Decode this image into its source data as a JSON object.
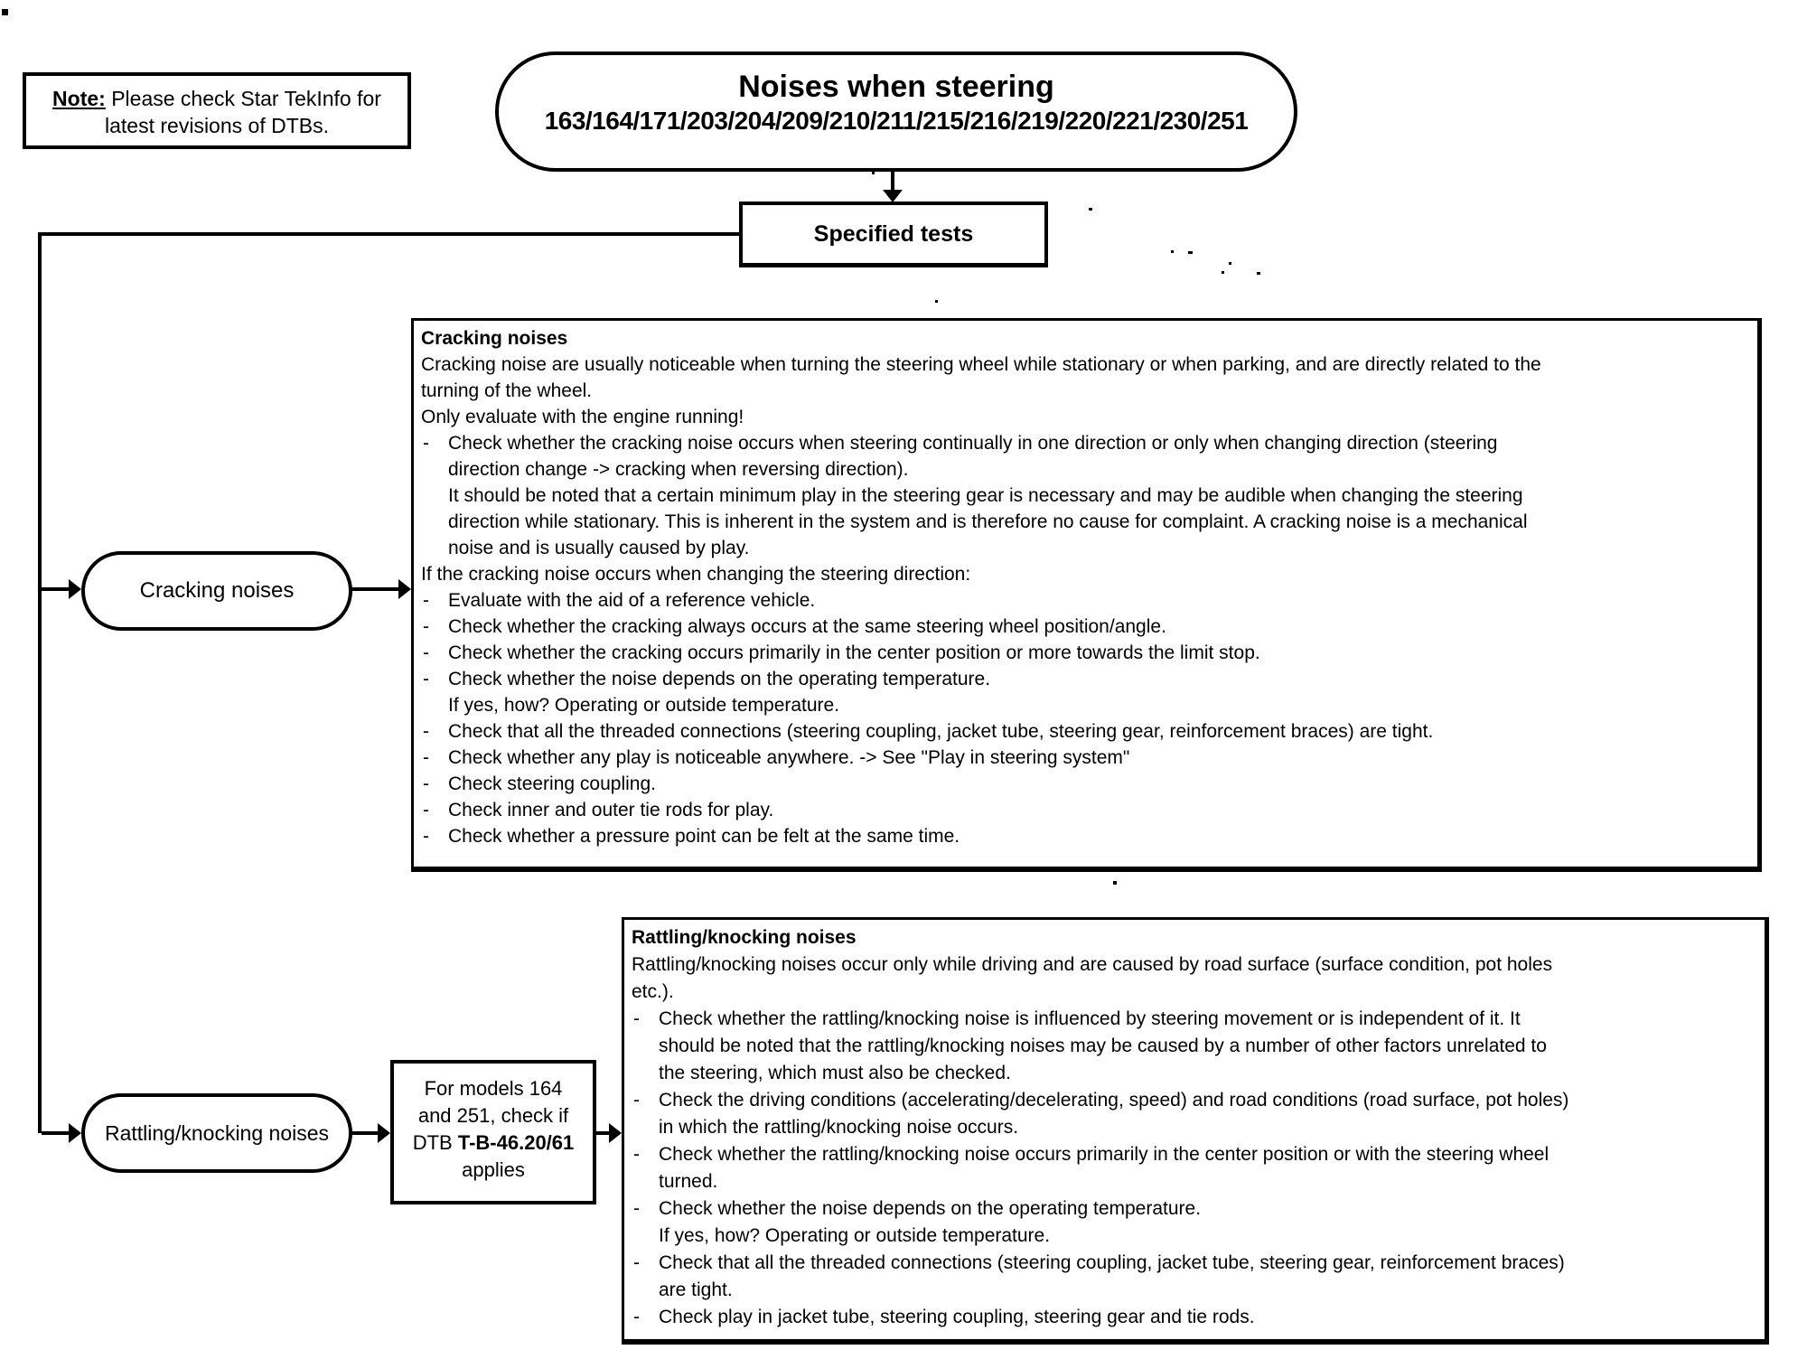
{
  "colors": {
    "ink": "#000000",
    "paper": "#ffffff"
  },
  "note": {
    "label": "Note:",
    "line1_rest": " Please check Star TekInfo for",
    "line2": "latest revisions of DTBs."
  },
  "title": {
    "line1": "Noises when steering",
    "line2": "163/164/171/203/204/209/210/211/215/216/219/220/221/230/251"
  },
  "specified_tests": {
    "label": "Specified tests"
  },
  "cracking": {
    "node_label": "Cracking noises",
    "panel": {
      "lines": [
        {
          "s": "header",
          "t": "Cracking noises"
        },
        {
          "s": "plain",
          "t": "Cracking noise are usually noticeable when turning the steering wheel while stationary or when parking, and are directly related to the"
        },
        {
          "s": "plain",
          "t": "turning of the wheel."
        },
        {
          "s": "plain",
          "t": "Only evaluate with the engine running!"
        },
        {
          "s": "bullet",
          "t": "Check whether the cracking noise occurs when steering continually in one direction or only when changing direction (steering"
        },
        {
          "s": "cont",
          "t": "direction change -> cracking when reversing direction)."
        },
        {
          "s": "cont",
          "t": "It should be noted that a certain minimum play in the steering gear is necessary and may be audible when changing the steering"
        },
        {
          "s": "cont",
          "t": "direction while stationary. This is inherent in the system and is therefore no cause for complaint. A cracking noise is a mechanical"
        },
        {
          "s": "cont",
          "t": "noise and is usually caused by play."
        },
        {
          "s": "plain",
          "t": "If the cracking noise occurs when changing the steering direction:"
        },
        {
          "s": "bullet",
          "t": "Evaluate with the aid of a reference vehicle."
        },
        {
          "s": "bullet",
          "t": "Check whether the cracking always occurs at the same steering wheel position/angle."
        },
        {
          "s": "bullet",
          "t": "Check whether the cracking occurs primarily in the center position or more towards the limit stop."
        },
        {
          "s": "bullet",
          "t": "Check whether the noise depends on the operating temperature."
        },
        {
          "s": "cont",
          "t": "If yes, how? Operating or outside temperature."
        },
        {
          "s": "bullet",
          "t": "Check that all the threaded connections (steering coupling, jacket tube, steering gear, reinforcement braces) are tight."
        },
        {
          "s": "bullet",
          "t": "Check whether any play is noticeable anywhere. -> See \"Play in steering system\""
        },
        {
          "s": "bullet",
          "t": "Check steering coupling."
        },
        {
          "s": "bullet",
          "t": "Check inner and outer tie rods for play."
        },
        {
          "s": "bullet",
          "t": "Check whether a pressure point can be felt at the same time."
        }
      ]
    }
  },
  "rattling": {
    "node_label": "Rattling/knocking noises",
    "dtb_box": {
      "line1": "For models 164",
      "line2": "and 251, check if",
      "line3_prefix": "DTB ",
      "line3_bold": "T-B-46.20/61",
      "line4": "applies"
    },
    "panel": {
      "lines": [
        {
          "s": "header",
          "t": "Rattling/knocking noises"
        },
        {
          "s": "plain",
          "t": "Rattling/knocking noises occur only while driving and are caused by road surface (surface condition, pot holes"
        },
        {
          "s": "plain",
          "t": "etc.)."
        },
        {
          "s": "bullet",
          "t": "Check whether the rattling/knocking noise is influenced by steering movement or is independent of it. It"
        },
        {
          "s": "cont",
          "t": "should be noted that the rattling/knocking noises may be caused by a number of other factors unrelated to"
        },
        {
          "s": "cont",
          "t": "the steering, which must also be checked."
        },
        {
          "s": "bullet",
          "t": "Check the driving conditions (accelerating/decelerating, speed) and road conditions (road surface, pot holes)"
        },
        {
          "s": "cont",
          "t": "in which the rattling/knocking noise occurs."
        },
        {
          "s": "bullet",
          "t": "Check whether the rattling/knocking noise occurs primarily in the center position or with the steering wheel"
        },
        {
          "s": "cont",
          "t": "turned."
        },
        {
          "s": "bullet",
          "t": "Check whether the noise depends on the operating temperature."
        },
        {
          "s": "cont",
          "t": "If yes, how? Operating or outside temperature."
        },
        {
          "s": "bullet",
          "t": "Check that all the threaded connections (steering coupling, jacket tube, steering gear, reinforcement braces)"
        },
        {
          "s": "cont",
          "t": "are tight."
        },
        {
          "s": "bullet",
          "t": "Check play in jacket tube, steering coupling, steering gear and tie rods."
        }
      ]
    }
  }
}
